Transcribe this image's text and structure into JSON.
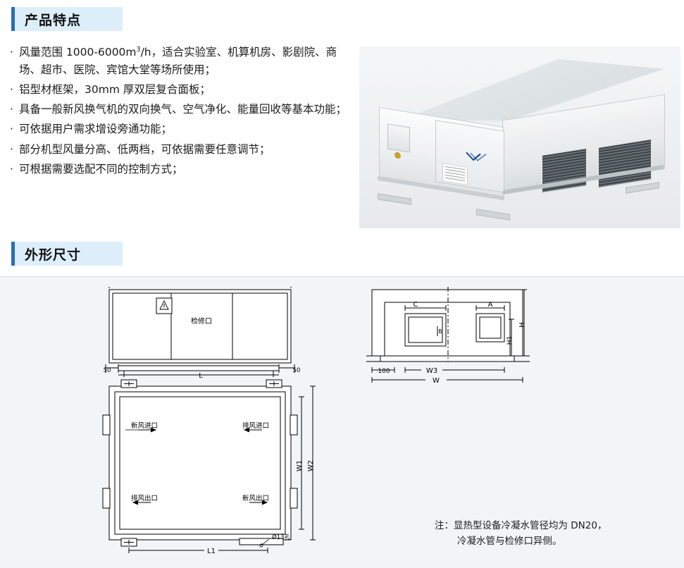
{
  "sections": {
    "features_title": "产品特点",
    "dimensions_title": "外形尺寸"
  },
  "features": {
    "bullet": "·",
    "items": [
      {
        "pre": "风量范围 1000-6000m",
        "sup": "3",
        "post": "/h，适合实验室、机算机房、影剧院、商场、超市、医院、宾馆大堂等场所使用；"
      },
      {
        "pre": "铝型材框架，30mm 厚双层复合面板；",
        "sup": "",
        "post": ""
      },
      {
        "pre": "具备一般新风换气机的双向换气、空气净化、能量回收等基本功能；",
        "sup": "",
        "post": ""
      },
      {
        "pre": "可依据用户需求增设旁通功能；",
        "sup": "",
        "post": ""
      },
      {
        "pre": "部分机型风量分高、低两档，可依据需要任意调节；",
        "sup": "",
        "post": ""
      },
      {
        "pre": "可根据需要选配不同的控制方式；",
        "sup": "",
        "post": ""
      }
    ]
  },
  "photo": {
    "alt_name": "ceiling-mounted-air-handling-unit"
  },
  "drawing": {
    "front_view": {
      "access_panel_label": "检修口",
      "left_dim": "50",
      "right_dim": "50",
      "length_label": "L"
    },
    "side_view": {
      "c_label": "C",
      "a_label": "A",
      "b_label": "B",
      "h_label": "H",
      "h1_label": "H1",
      "dim_100": "100",
      "w3_label": "W3",
      "w_label": "W"
    },
    "plan_view": {
      "fresh_air_inlet": "新风进口",
      "exhaust_air_inlet": "排风进口",
      "exhaust_air_outlet": "排风出口",
      "fresh_air_outlet": "新风出口",
      "w1_label": "W1",
      "w2_label": "W2",
      "l1_label": "L1",
      "hole_label": "Ø13孔"
    }
  },
  "note": {
    "line1": "注：显热型设备冷凝水管径均为 DN20，",
    "line2": "冷凝水管与检修口异侧。"
  },
  "colors": {
    "tab_bg": "#ddeefb",
    "tab_accent": "#2a6db5",
    "panel_bg": "#f3f4f6",
    "text": "#1a1a1a"
  }
}
